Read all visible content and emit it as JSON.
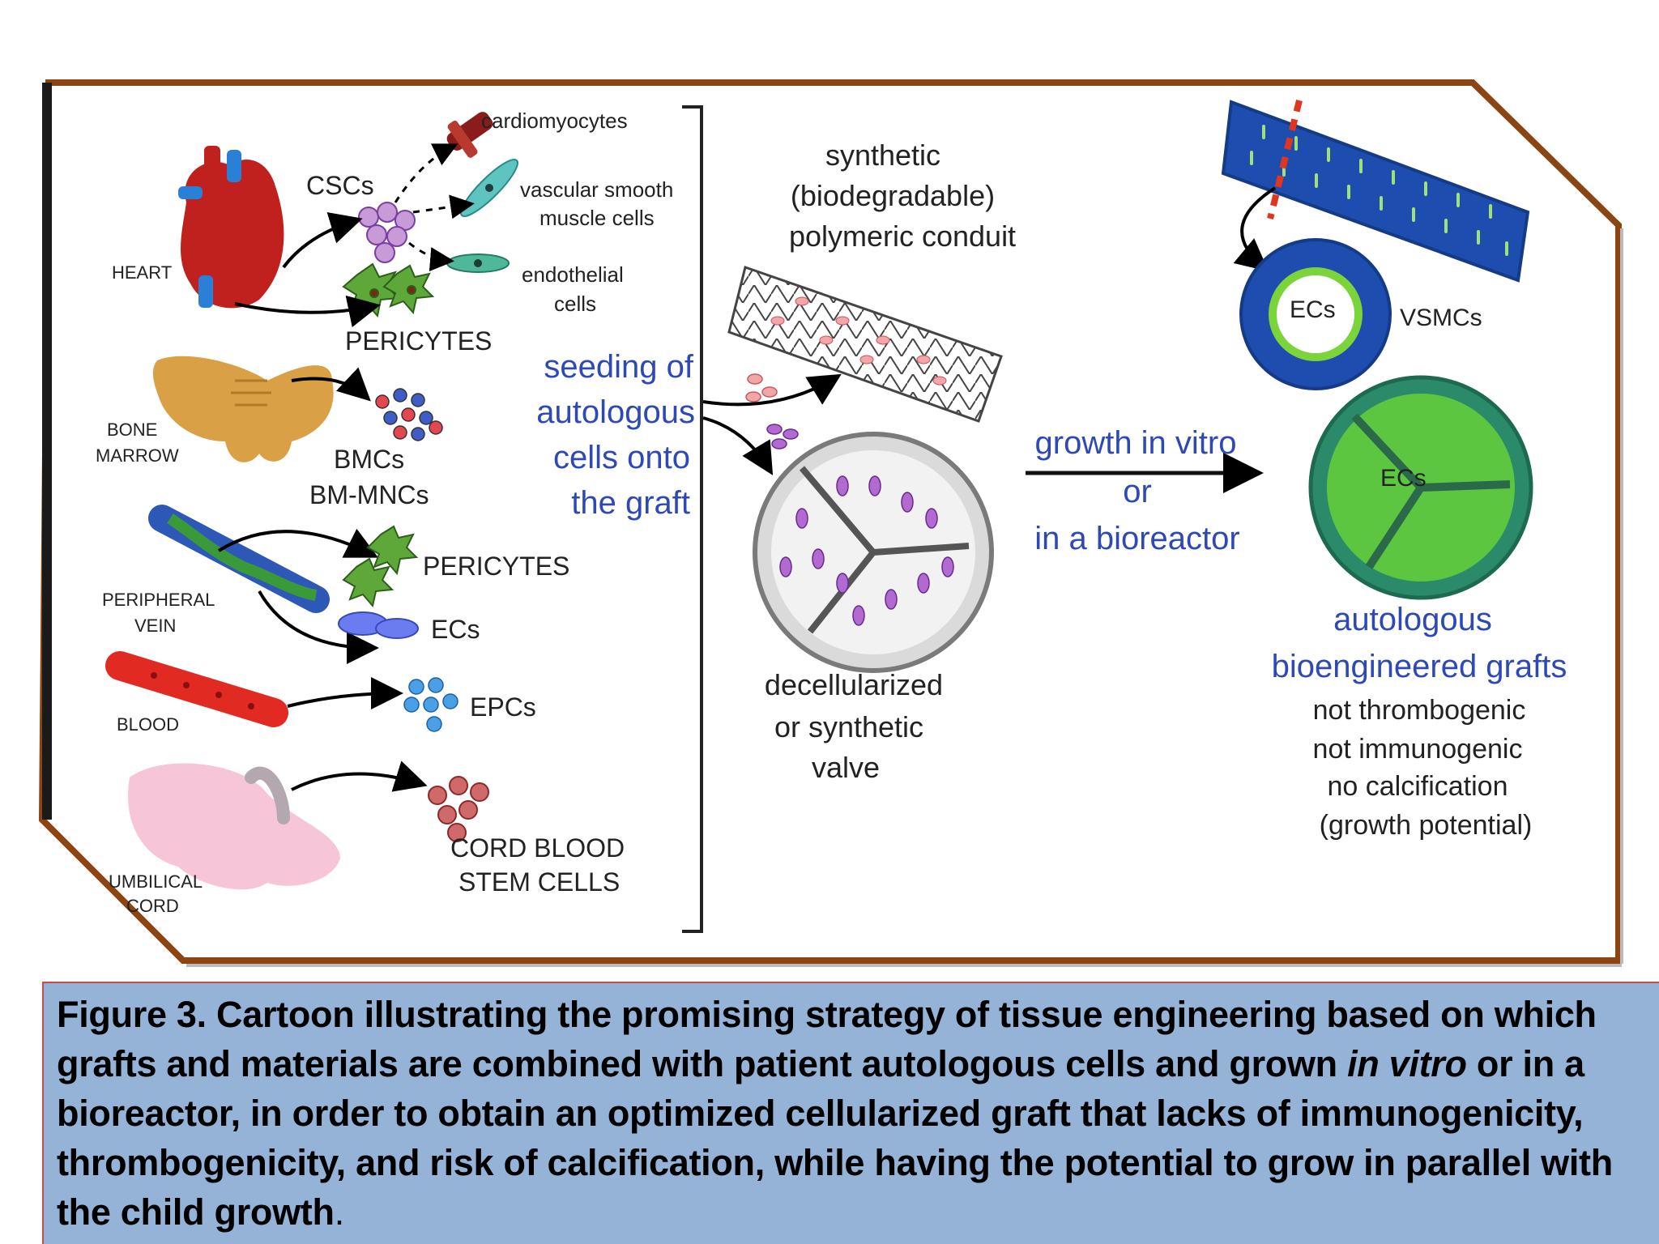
{
  "colors": {
    "frame_brown": "#8b4513",
    "blue_text": "#2e49b5",
    "caption_bg": "#95b3d7",
    "caption_border": "#c0504d"
  },
  "sources": {
    "heart": "HEART",
    "bone_marrow_1": "BONE",
    "bone_marrow_2": "MARROW",
    "peripheral_vein_1": "PERIPHERAL",
    "peripheral_vein_2": "VEIN",
    "blood": "BLOOD",
    "umbilical_1": "UMBILICAL",
    "umbilical_2": "CORD"
  },
  "cells": {
    "cscs": "CSCs",
    "cardiomyocytes": "cardiomyocytes",
    "vsmc_1": "vascular smooth",
    "vsmc_2": "muscle cells",
    "endothelial_1": "endothelial",
    "endothelial_2": "cells",
    "pericytes_heart": "PERICYTES",
    "bmcs": "BMCs",
    "bm_mncs": "BM-MNCs",
    "pericytes_vein": "PERICYTES",
    "ecs_vein": "ECs",
    "epcs": "EPCs",
    "cord_1": "CORD BLOOD",
    "cord_2": "STEM CELLS"
  },
  "seeding": {
    "line1": "seeding of",
    "line2": "autologous",
    "line3": "cells onto",
    "line4": "the graft"
  },
  "conduit": {
    "line1": "synthetic",
    "line2": "(biodegradable)",
    "line3": "polymeric conduit"
  },
  "valve": {
    "line1": "decellularized",
    "line2": "or synthetic",
    "line3": "valve"
  },
  "growth": {
    "line1": "growth in vitro",
    "line2": "or",
    "line3": "in a bioreactor"
  },
  "result": {
    "ecs_vessel": "ECs",
    "vsmcs": "VSMCs",
    "ecs_valve": "ECs",
    "title1": "autologous",
    "title2": "bioengineered grafts",
    "prop1": "not thrombogenic",
    "prop2": "not immunogenic",
    "prop3": "no calcification",
    "prop4": "(growth potential)"
  },
  "caption": {
    "part1": "Figure 3. Cartoon illustrating the promising strategy of tissue engineering based on which grafts and materials are combined with patient autologous cells and grown ",
    "italic": "in vitro",
    "part2": " or in a bioreactor, in order to obtain an optimized cellularized graft that lacks of immunogenicity, thrombogenicity, and risk of calcification, while having the potential to grow in parallel with the child growth",
    "period": "."
  }
}
